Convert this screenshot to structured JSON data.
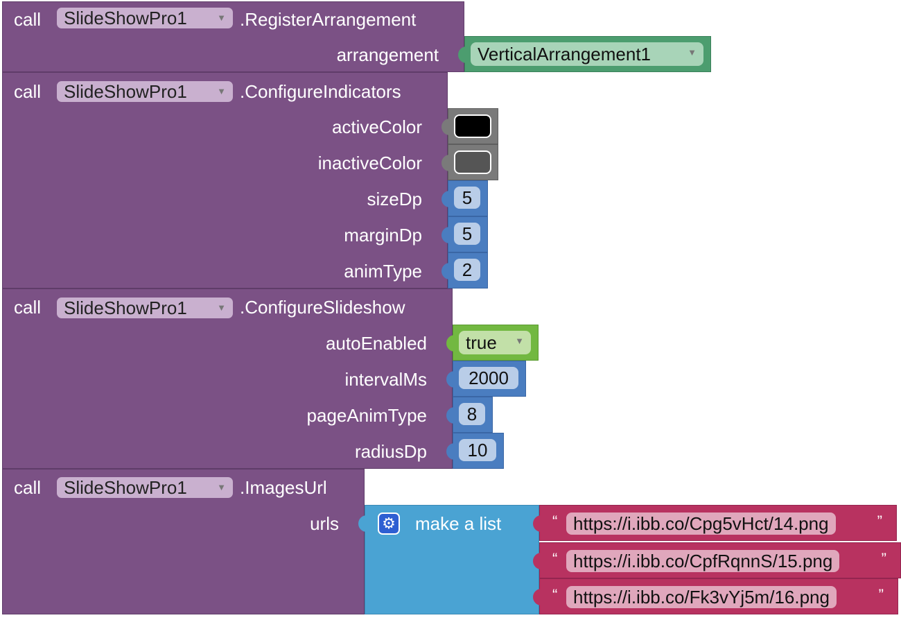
{
  "blocks": {
    "register": {
      "call": "call",
      "component": "SlideShowPro1",
      "method": ".RegisterArrangement",
      "arg_arrangement": "arrangement",
      "arrangement_value": "VerticalArrangement1"
    },
    "indicators": {
      "call": "call",
      "component": "SlideShowPro1",
      "method": ".ConfigureIndicators",
      "arg_active": "activeColor",
      "arg_inactive": "inactiveColor",
      "arg_size": "sizeDp",
      "size_value": "5",
      "arg_margin": "marginDp",
      "margin_value": "5",
      "arg_anim": "animType",
      "anim_value": "2",
      "active_color": "#000000",
      "inactive_color": "#555555"
    },
    "slideshow": {
      "call": "call",
      "component": "SlideShowPro1",
      "method": ".ConfigureSlideshow",
      "arg_auto": "autoEnabled",
      "auto_value": "true",
      "arg_interval": "intervalMs",
      "interval_value": "2000",
      "arg_pageanim": "pageAnimType",
      "pageanim_value": "8",
      "arg_radius": "radiusDp",
      "radius_value": "10"
    },
    "images": {
      "call": "call",
      "component": "SlideShowPro1",
      "method": ".ImagesUrl",
      "arg_urls": "urls",
      "make_list": "make a list",
      "urls": [
        "https://i.ibb.co/Cpg5vHct/14.png",
        "https://i.ibb.co/CpfRqnnS/15.png",
        "https://i.ibb.co/Fk3vYj5m/16.png"
      ],
      "open_quote": "“",
      "close_quote": "”"
    }
  },
  "icons": {
    "dropdown": "triangle-down-icon",
    "mutator": "gear-icon"
  },
  "colors": {
    "procedure_block": "#7b5185",
    "math_block": "#4a7dc0",
    "component_block": "#4c9d6f",
    "logic_block": "#72b841",
    "list_block": "#4aa3d3",
    "text_block": "#b83260",
    "color_block": "#7a7a7a"
  }
}
